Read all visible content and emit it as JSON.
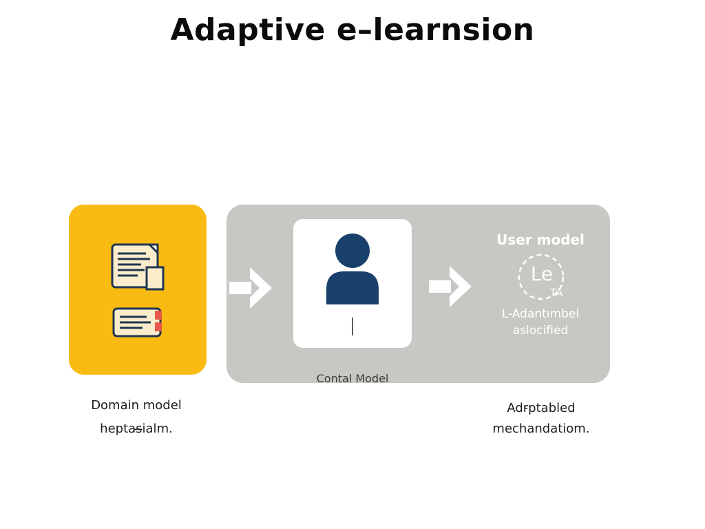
{
  "diagram": {
    "title": "Adaptive e–learnsion",
    "domain_model": {
      "icons": [
        "document-icon",
        "message-card-icon"
      ],
      "caption_line1": "Domain model",
      "caption_line2": "heptas̶ialm."
    },
    "content_model": {
      "icon": "user-icon",
      "caption": "Contal Model"
    },
    "user_model": {
      "heading": "User model",
      "badge_main": "Le",
      "badge_sub": "TA",
      "line1": "L-Adantımbel",
      "line2": "aslocified"
    },
    "adaptation": {
      "caption_line1": "Adr̵ptabled",
      "caption_line2": "mechandatiom."
    },
    "colors": {
      "domain_box": "#f9bb13",
      "panel": "#c6c9c3",
      "card": "#ffffff",
      "person": "#19406b",
      "arrow": "#ffffff"
    }
  }
}
